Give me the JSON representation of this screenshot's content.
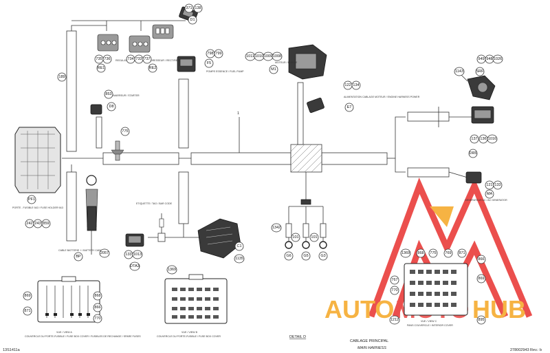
{
  "footer": {
    "left_code": "13S1411a",
    "title": "CABLAGE PRINCIPAL",
    "subtitle": "MAIN HARNESS",
    "detail": "DETAIL D",
    "right_code": "278002943 Rev.: b"
  },
  "main_label": "1",
  "labels": {
    "regulator": "REGULATEUR / REGULATOR",
    "rectifier": "REDRESSEUR / RECTIFIER",
    "fuel_pump": "POMPE ESSENCE / FUEL PUMP",
    "engine": "MOTEUR / ENGINE",
    "starter": "DEMARREUR / STARTER",
    "power": "ALIMENTATION CABLAGE MOTEUR / ENGINE HARNESS POWER",
    "fuse_holder": "PORTE - FUSIBLE 9&3 / FUSE HOLDER 9&3",
    "battery": "CABLE BATTERIE + / BATTERY CABLE +",
    "etiquette": "ETIQUETTE / TAG / BAR CODE",
    "generator": "GENERATEUR AC / AC GENERATOR",
    "view_a": "VUE / VIEW A",
    "view_b": "VUE / VIEW B",
    "view_c": "VUE / VIEW C",
    "caption_a": "COUVERCLE DU PORTE-FUSIBLE / FUSE BOX COVER / FUSIBLES DE RECHANGE / SPARE FUSES",
    "caption_b": "COUVERCLE DU PORTE-FUSIBLE / FUSE BOX COVER",
    "caption_c": "PANS COUVERCLE / INTERIOR COVER"
  },
  "callouts": [
    {
      "id": "c371",
      "text": "371"
    },
    {
      "id": "c138a",
      "text": "138"
    },
    {
      "id": "cD1",
      "text": "D1"
    },
    {
      "id": "c735",
      "text": "735"
    },
    {
      "id": "c736",
      "text": "736"
    },
    {
      "id": "cRE1",
      "text": "RE1"
    },
    {
      "id": "c734",
      "text": "734"
    },
    {
      "id": "c733",
      "text": "733"
    },
    {
      "id": "c737",
      "text": "737"
    },
    {
      "id": "cRE2",
      "text": "RE2"
    },
    {
      "id": "c798",
      "text": "798"
    },
    {
      "id": "c799",
      "text": "799"
    },
    {
      "id": "cF5",
      "text": "F5"
    },
    {
      "id": "c1011",
      "text": "1011"
    },
    {
      "id": "c1010",
      "text": "1010"
    },
    {
      "id": "c1009",
      "text": "1009"
    },
    {
      "id": "c1008",
      "text": "1008"
    },
    {
      "id": "cM1",
      "text": "M1"
    },
    {
      "id": "c122",
      "text": "122"
    },
    {
      "id": "c134",
      "text": "134"
    },
    {
      "id": "cE7",
      "text": "E7"
    },
    {
      "id": "c949",
      "text": "949"
    },
    {
      "id": "c948",
      "text": "948"
    },
    {
      "id": "c1026",
      "text": "1026"
    },
    {
      "id": "c1143",
      "text": "1143"
    },
    {
      "id": "cSRF",
      "text": "SRF"
    },
    {
      "id": "c137",
      "text": "137"
    },
    {
      "id": "c136",
      "text": "136"
    },
    {
      "id": "c1016",
      "text": "1016"
    },
    {
      "id": "cDR5",
      "text": "DR5"
    },
    {
      "id": "c121",
      "text": "121"
    },
    {
      "id": "c133a",
      "text": "133"
    },
    {
      "id": "cMA",
      "text": "MA"
    },
    {
      "id": "c189",
      "text": "189"
    },
    {
      "id": "c853",
      "text": "853"
    },
    {
      "id": "cD8",
      "text": "D8"
    },
    {
      "id": "c775",
      "text": "775"
    },
    {
      "id": "cPF1",
      "text": "PF1"
    },
    {
      "id": "c242",
      "text": "242"
    },
    {
      "id": "c243",
      "text": "243"
    },
    {
      "id": "c859",
      "text": "859"
    },
    {
      "id": "c2057",
      "text": "2057"
    },
    {
      "id": "cBP",
      "text": "BP"
    },
    {
      "id": "c133b",
      "text": "133"
    },
    {
      "id": "c1013",
      "text": "1013"
    },
    {
      "id": "cDTA3",
      "text": "DTA3"
    },
    {
      "id": "cC1",
      "text": "C1"
    },
    {
      "id": "c1135",
      "text": "1135"
    },
    {
      "id": "c1342",
      "text": "1342"
    },
    {
      "id": "c101a",
      "text": "101"
    },
    {
      "id": "c101b",
      "text": "101"
    },
    {
      "id": "cG6",
      "text": "G6"
    },
    {
      "id": "cG5",
      "text": "G5"
    },
    {
      "id": "cG3",
      "text": "G3"
    },
    {
      "id": "c869",
      "text": "869"
    },
    {
      "id": "c871",
      "text": "871"
    },
    {
      "id": "c868",
      "text": "868"
    },
    {
      "id": "c866",
      "text": "866"
    },
    {
      "id": "c770",
      "text": "770"
    },
    {
      "id": "c1369",
      "text": "1369"
    },
    {
      "id": "c1369b",
      "text": "1369"
    },
    {
      "id": "c868b",
      "text": "868"
    },
    {
      "id": "c775b",
      "text": "775"
    },
    {
      "id": "c769",
      "text": "769"
    },
    {
      "id": "c871b",
      "text": "871"
    },
    {
      "id": "c767",
      "text": "767"
    },
    {
      "id": "c1212",
      "text": "1212"
    },
    {
      "id": "c866b",
      "text": "866"
    },
    {
      "id": "c869b",
      "text": "869"
    },
    {
      "id": "c895",
      "text": "895"
    },
    {
      "id": "c770b",
      "text": "770"
    }
  ],
  "watermark": {
    "brand_a": "AUTO",
    "brand_b": "MOTO",
    "brand_c": "HUB"
  },
  "colors": {
    "line": "#333333",
    "watermark_red": "#e8312f",
    "watermark_orange": "#f5a623"
  }
}
